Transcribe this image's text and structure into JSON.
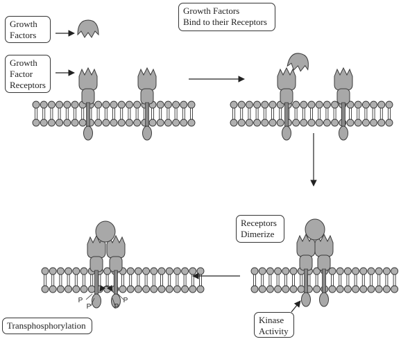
{
  "labels": {
    "growth_factors": [
      "Growth",
      "Factors"
    ],
    "growth_factor_receptors": [
      "Growth",
      "Factor",
      "Receptors"
    ],
    "bind": [
      "Growth Factors",
      "Bind to their Receptors"
    ],
    "dimerize": [
      "Receptors",
      "Dimerize"
    ],
    "kinase": [
      "Kinase",
      "Activity"
    ],
    "transphosphorylation": [
      "Transphosphorylation"
    ]
  },
  "phosphate_symbol": "P",
  "colors": {
    "protein_fill": "#a8a8a8",
    "protein_stroke": "#3a3a3a",
    "lipid_fill": "#b0b0b0",
    "line": "#222222"
  }
}
